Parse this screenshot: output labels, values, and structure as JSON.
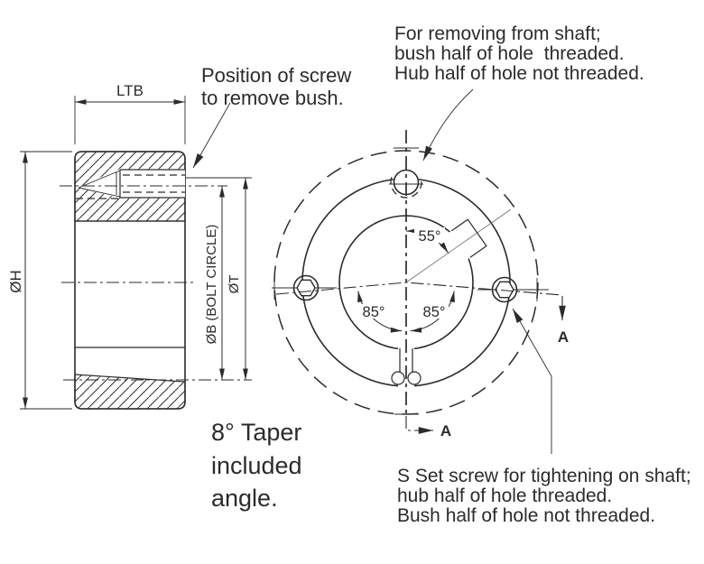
{
  "colors": {
    "ink": "#2b2b2b",
    "background": "#ffffff"
  },
  "dimensions": {
    "ltb": "LTB",
    "oh": "ØH",
    "ob_bolt_circle": "ØB (BOLT CIRCLE)",
    "ot": "ØT"
  },
  "angles": {
    "keyway": "55°",
    "left": "85°",
    "right": "85°"
  },
  "section_markers": {
    "bottom": "A",
    "right": "A"
  },
  "notes": {
    "position_screw": [
      "Position of screw",
      "to remove bush."
    ],
    "removing": [
      "For removing from shaft;",
      "bush half of hole  threaded.",
      "Hub half of hole not threaded."
    ],
    "taper": [
      "8° Taper",
      "included",
      "angle."
    ],
    "set_screw": [
      "S Set screw for tightening on shaft;",
      "hub half of hole threaded.",
      "Bush half of hole not threaded."
    ]
  }
}
